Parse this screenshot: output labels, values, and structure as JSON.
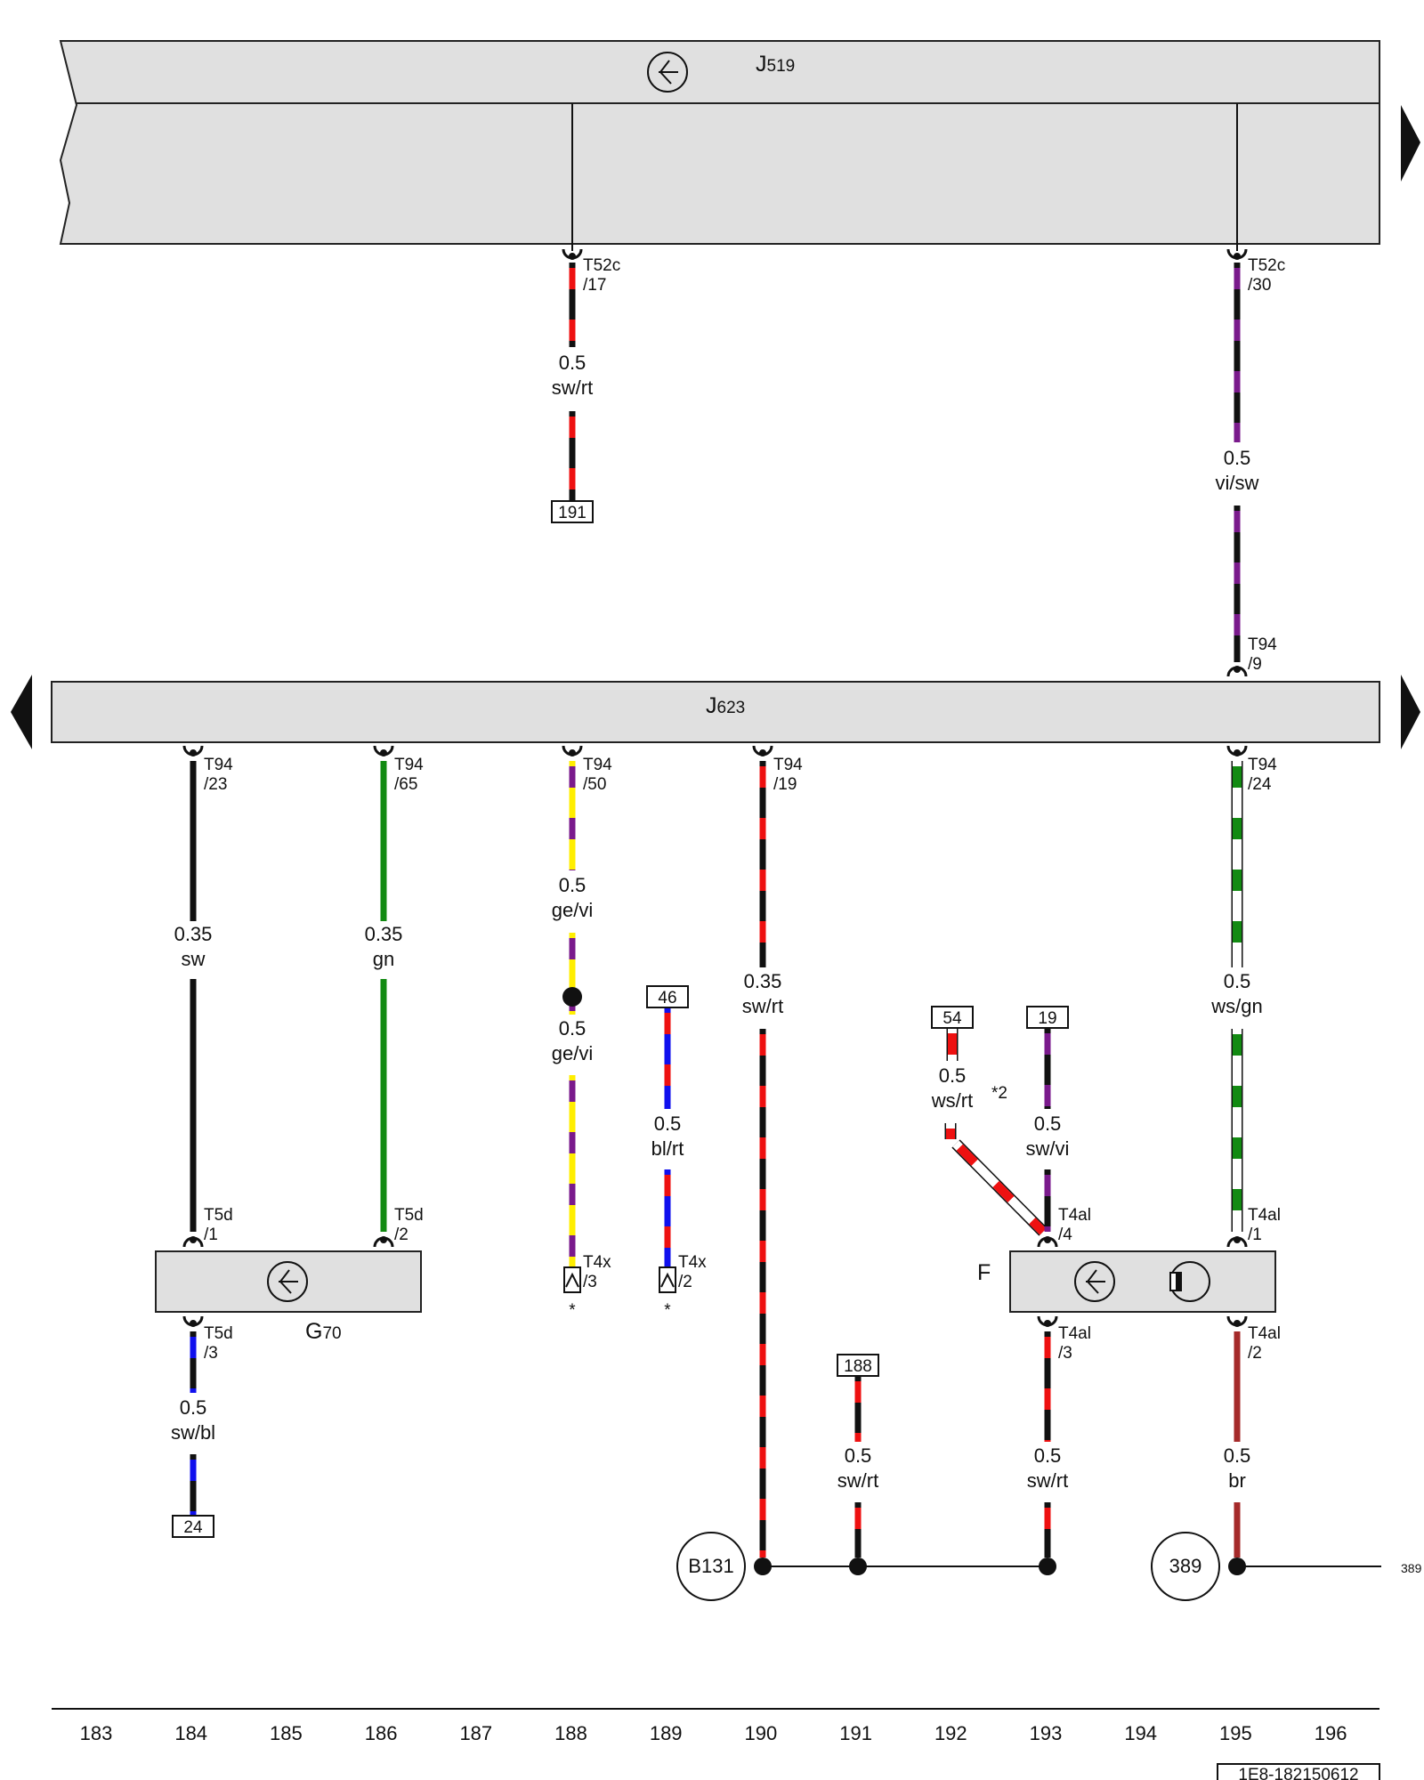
{
  "modules": {
    "j519": {
      "prefix": "J",
      "num": "519"
    },
    "j623": {
      "prefix": "J",
      "num": "623"
    },
    "g70": {
      "prefix": "G",
      "num": "70"
    },
    "f": {
      "label": "F"
    }
  },
  "pins": {
    "t52c17": {
      "a": "T52c",
      "b": "/17"
    },
    "t52c30": {
      "a": "T52c",
      "b": "/30"
    },
    "t94_9": {
      "a": "T94",
      "b": "/9"
    },
    "t94_23": {
      "a": "T94",
      "b": "/23"
    },
    "t94_65": {
      "a": "T94",
      "b": "/65"
    },
    "t94_50": {
      "a": "T94",
      "b": "/50"
    },
    "t94_19": {
      "a": "T94",
      "b": "/19"
    },
    "t94_24": {
      "a": "T94",
      "b": "/24"
    },
    "t5d1": {
      "a": "T5d",
      "b": "/1"
    },
    "t5d2": {
      "a": "T5d",
      "b": "/2"
    },
    "t5d3": {
      "a": "T5d",
      "b": "/3"
    },
    "t4x3": {
      "a": "T4x",
      "b": "/3"
    },
    "t4x2": {
      "a": "T4x",
      "b": "/2"
    },
    "t4al4": {
      "a": "T4al",
      "b": "/4"
    },
    "t4al1": {
      "a": "T4al",
      "b": "/1"
    },
    "t4al3": {
      "a": "T4al",
      "b": "/3"
    },
    "t4al2": {
      "a": "T4al",
      "b": "/2"
    }
  },
  "wires": {
    "w1": {
      "size": "0.5",
      "color": "sw/rt"
    },
    "w2": {
      "size": "0.5",
      "color": "vi/sw"
    },
    "w3": {
      "size": "0.35",
      "color": "sw"
    },
    "w4": {
      "size": "0.35",
      "color": "gn"
    },
    "w5": {
      "size": "0.5",
      "color": "ge/vi"
    },
    "w6": {
      "size": "0.5",
      "color": "ge/vi"
    },
    "w7": {
      "size": "0.5",
      "color": "bl/rt"
    },
    "w8": {
      "size": "0.35",
      "color": "sw/rt"
    },
    "w9": {
      "size": "0.5",
      "color": "ws/rt"
    },
    "w10": {
      "size": "0.5",
      "color": "sw/vi"
    },
    "w11": {
      "size": "0.5",
      "color": "ws/gn"
    },
    "w12": {
      "size": "0.5",
      "color": "sw/bl"
    },
    "w13": {
      "size": "0.5",
      "color": "sw/rt"
    },
    "w14": {
      "size": "0.5",
      "color": "sw/rt"
    },
    "w15": {
      "size": "0.5",
      "color": "br"
    }
  },
  "refs": {
    "r191": "191",
    "r46": "46",
    "r54": "54",
    "r19": "19",
    "r188": "188",
    "r24": "24"
  },
  "grounds": {
    "b131": "B131",
    "g389": "389"
  },
  "edge_ref": "389",
  "note_star2": "*2",
  "star": "*",
  "columns": [
    "183",
    "184",
    "185",
    "186",
    "187",
    "188",
    "189",
    "190",
    "191",
    "192",
    "193",
    "194",
    "195",
    "196"
  ],
  "doc_id": "1E8-182150612",
  "colors": {
    "sw": "#111111",
    "rt": "#ee1111",
    "vi": "#7a1a8c",
    "gn": "#128a12",
    "ge": "#ffee00",
    "bl": "#1010ee",
    "ws": "#ffffff",
    "br": "#a52a2a",
    "module_fill": "#e0e0e0"
  }
}
